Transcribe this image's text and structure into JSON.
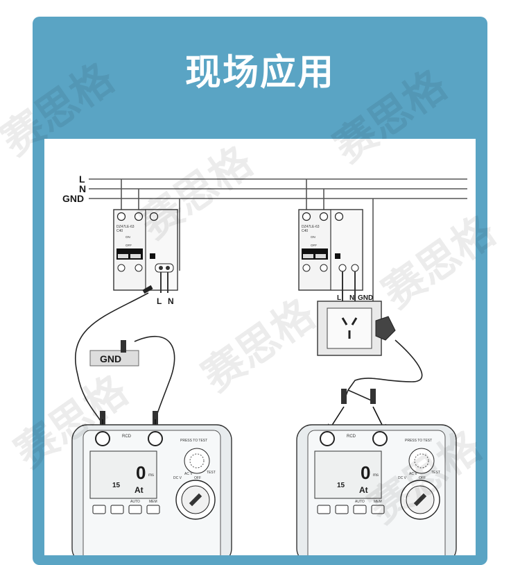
{
  "header": {
    "title": "现场应用"
  },
  "wires": {
    "line": "L",
    "neutral": "N",
    "ground": "GND"
  },
  "left_breaker": {
    "model": "DZ47LE-63",
    "rating": "C40",
    "on": "ON",
    "off": "OFF"
  },
  "right_breaker": {
    "model": "DZ47LE-63",
    "rating": "C40",
    "on": "ON",
    "off": "OFF"
  },
  "left_terminals": {
    "l": "L",
    "n": "N"
  },
  "right_terminals": {
    "l": "L",
    "n": "N",
    "gnd": "GND"
  },
  "ground_tag": "GND",
  "meter": {
    "rcd": "RCD",
    "press_to_test": "PRESS TO TEST",
    "display_main": "0",
    "display_unit": "ms",
    "display_sub_left": "15",
    "display_sub_right": "At",
    "dcv": "DC V",
    "acv": "AC V",
    "off": "OFF",
    "test": "TEST",
    "btn_auto": "AUTO",
    "btn_mem": "MEM"
  },
  "watermark": "赛思格",
  "colors": {
    "panel": "#5aa4c4",
    "title": "#ffffff",
    "meter_body": "#e8ecee"
  }
}
